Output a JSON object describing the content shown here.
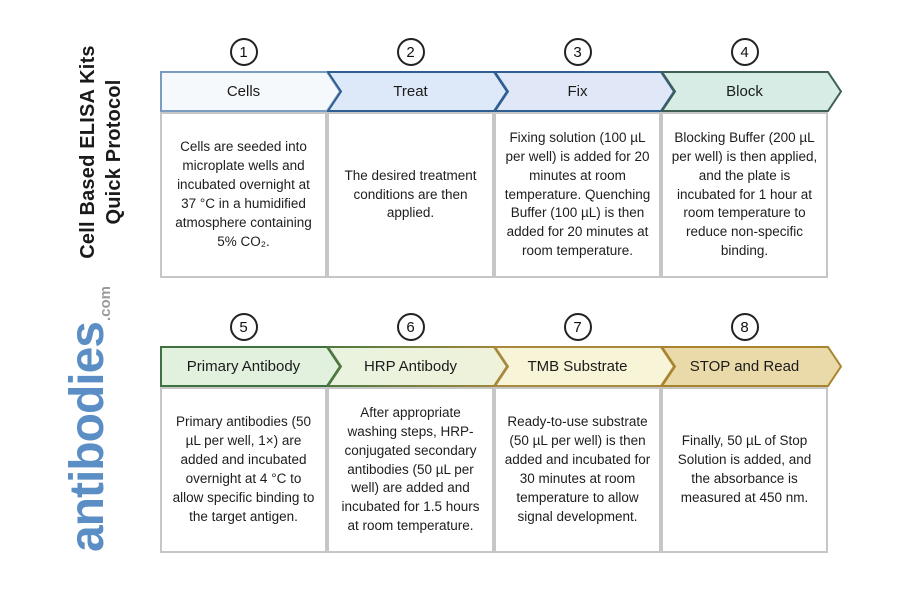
{
  "sidebar": {
    "title_line1": "Cell Based ELISA Kits",
    "title_line2": "Quick Protocol",
    "logo_text": "antibodies",
    "logo_suffix": ".com",
    "logo_color": "#5b8ec4",
    "logo_suffix_color": "#9b9b9b"
  },
  "rows": [
    {
      "steps": [
        {
          "number": "1",
          "label": "Cells",
          "fill": "#f6f9fc",
          "stroke": "#7b9cc0",
          "description": "Cells are seeded into microplate wells and incubated overnight at 37 °C in a humidified atmosphere containing 5% CO₂."
        },
        {
          "number": "2",
          "label": "Treat",
          "fill": "#dde9f8",
          "stroke": "#2e5e92",
          "description": "The desired treatment conditions are then applied."
        },
        {
          "number": "3",
          "label": "Fix",
          "fill": "#e0e7f7",
          "stroke": "#2e5e92",
          "description": "Fixing solution (100 µL per well) is added for 20 minutes at room temperature. Quenching Buffer (100 µL) is then added for 20 minutes at room temperature."
        },
        {
          "number": "4",
          "label": "Block",
          "fill": "#d6ece4",
          "stroke": "#3e5f55",
          "description": "Blocking Buffer (200 µL per well) is then applied, and the plate is incubated for 1 hour at room temperature to reduce non-specific binding."
        }
      ]
    },
    {
      "steps": [
        {
          "number": "5",
          "label": "Primary Antibody",
          "fill": "#e1f1de",
          "stroke": "#3e7040",
          "description": "Primary antibodies (50 µL per well, 1×) are added and incubated overnight at 4 °C to allow specific binding to the target antigen."
        },
        {
          "number": "6",
          "label": "HRP Antibody",
          "fill": "#e9f3df",
          "fill2": "#eff2d9",
          "stroke": "#4e7a40",
          "stroke2": "#a5873d",
          "description": "After appropriate washing steps, HRP-conjugated secondary antibodies (50 µL per well) are added and incubated for 1.5 hours at room temperature."
        },
        {
          "number": "7",
          "label": "TMB Substrate",
          "fill": "#f8f4d8",
          "stroke": "#a8893d",
          "description": "Ready-to-use substrate (50 µL per well) is then added and incubated for 30 minutes at room temperature to allow signal development."
        },
        {
          "number": "8",
          "label": "STOP and Read",
          "fill": "#ebdaa9",
          "stroke": "#a8842f",
          "description": "Finally, 50 µL of Stop Solution is added, and the absorbance is measured at 450 nm."
        }
      ]
    }
  ]
}
